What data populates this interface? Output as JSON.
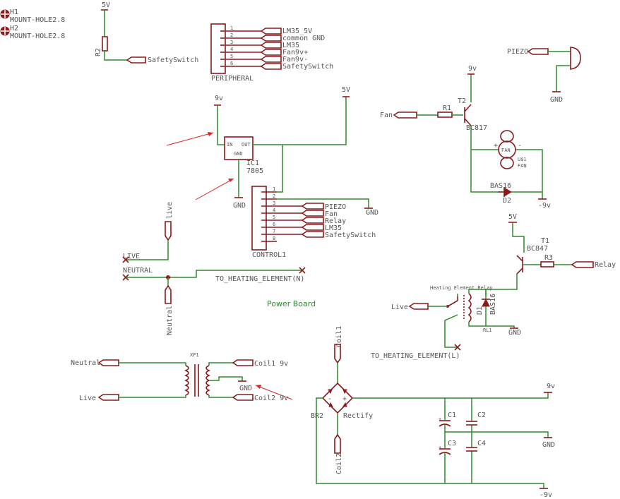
{
  "mount": {
    "h1": "H1",
    "h1_label": "MOUNT-HOLE2.8",
    "h2": "H2",
    "h2_label": "MOUNT-HOLE2.8"
  },
  "top_left": {
    "supply": "5V",
    "resistor": "R2",
    "safety": "SafetySwitch"
  },
  "peripheral": {
    "name": "PERIPHERAL",
    "pins": [
      "1",
      "2",
      "3",
      "4",
      "5",
      "6"
    ],
    "labels": [
      "LM35_5V",
      "common GND",
      "LM35",
      "Fan9v+",
      "Fan9v-",
      "SafetySwitch"
    ]
  },
  "regulator": {
    "in_supply": "9v",
    "out_supply": "5V",
    "name": "IC1",
    "value": "7805",
    "pin_in": "IN",
    "pin_out": "OUT",
    "pin_gnd": "GND",
    "gnd": "GND"
  },
  "control": {
    "name": "CONTROL1",
    "pins": [
      "1",
      "2",
      "3",
      "4",
      "5",
      "6",
      "7",
      "8"
    ],
    "labels": [
      "PIEZO",
      "Fan",
      "Relay",
      "LM35",
      "SafetySwitch"
    ],
    "gnd": "GND"
  },
  "fan_driver": {
    "supply": "9v",
    "input": "Fan",
    "resistor": "R1",
    "transistor": "T2",
    "transistor_value": "BC817",
    "fan_name": "U$1",
    "fan_value": "FAN",
    "fan_label": "FAN",
    "plus": "+",
    "minus": "-",
    "diode_value": "BAS16",
    "diode_name": "D2",
    "neg": "-9v"
  },
  "piezo": {
    "label": "PIEZO",
    "gnd": "GND"
  },
  "mains": {
    "live": "LIVE",
    "neutral": "NEUTRAL",
    "live_label": "live",
    "neutral_label": "Neutral",
    "to_heat_n": "TO_HEATING_ELEMENT(N)"
  },
  "board_title": "Power Board",
  "relay_driver": {
    "supply": "5V",
    "transistor": "T1",
    "transistor_value": "BC847",
    "resistor": "R3",
    "input": "Relay",
    "relay_title": "Heating Element Relay",
    "live": "Live",
    "diode_name": "D1",
    "diode_value": "BAS16",
    "relay_name": "RL1",
    "gnd": "GND",
    "to_heat_l": "TO_HEATING_ELEMENT(L)"
  },
  "transformer": {
    "name": "XF1",
    "neutral": "Neutral",
    "live": "Live",
    "coil1": "Coil1 9v",
    "coil2": "Coil2 9v",
    "gnd": "GND"
  },
  "rectifier": {
    "coil1": "Coil1",
    "coil2": "Coil2",
    "name": "BR2",
    "label": "Rectify",
    "minus": "-",
    "plus": "+",
    "pos": "9v",
    "gnd": "GND",
    "neg": "-9v",
    "caps": [
      "C1",
      "C2",
      "C3",
      "C4"
    ]
  }
}
